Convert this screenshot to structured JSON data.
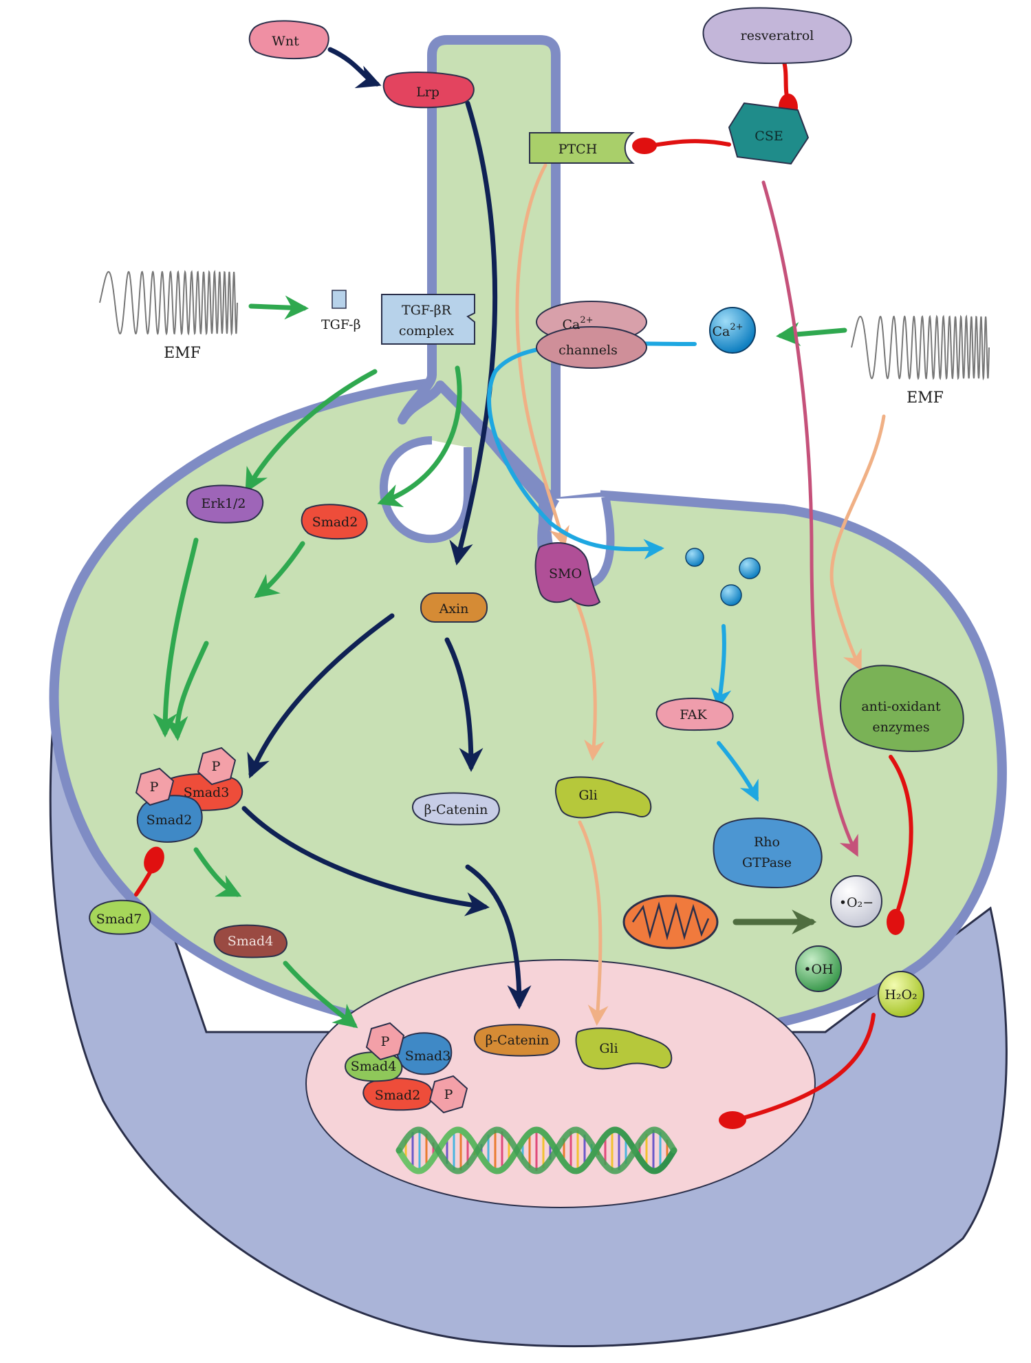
{
  "labels": {
    "wnt": "Wnt",
    "lrp": "Lrp",
    "resveratrol": "resveratrol",
    "ptch": "PTCH",
    "cse": "CSE",
    "emf_left": "EMF",
    "emf_right": "EMF",
    "tgf_beta": "TGF-β",
    "tgf_beta_r_line1": "TGF-βR",
    "tgf_beta_r_line2": "complex",
    "ca_channels_line1": "Ca",
    "ca_channels_sup": "2+",
    "ca_channels_line2": "channels",
    "ca_ion": "Ca",
    "ca_ion_sup": "2+",
    "erk": "Erk1/2",
    "smad2_cyto": "Smad2",
    "axin": "Axin",
    "smo": "SMO",
    "fak": "FAK",
    "anti_oxidant_line1": "anti-oxidant",
    "anti_oxidant_line2": "enzymes",
    "p_label": "P",
    "smad3_complex": "Smad3",
    "smad2_complex": "Smad2",
    "beta_catenin_cyto": "β-Catenin",
    "gli_cyto": "Gli",
    "rho_line1": "Rho",
    "rho_line2": "GTPase",
    "superoxide": "•O₂−",
    "smad7": "Smad7",
    "smad4": "Smad4",
    "hydroxyl": "•OH",
    "h2o2": "H₂O₂",
    "nuc_smad3": "Smad3",
    "nuc_smad4": "Smad4",
    "nuc_smad2": "Smad2",
    "beta_catenin_nuc": "β-Catenin",
    "gli_nuc": "Gli"
  },
  "colors": {
    "cell_fill": "#c8e0b4",
    "membrane": "#7f8cc4",
    "base_fill": "#aab4d8",
    "nucleus": "#f6d3d8",
    "wnt_arrow": "#0f2154",
    "tgf_arrow": "#2fa84f",
    "hedgehog_arrow": "#f0b085",
    "calcium_arrow": "#1ea7e1",
    "cse_arrow": "#c5517a",
    "inhibition": "#e01010",
    "mito_arrow": "#4f6d3f"
  },
  "icons": [
    "emf-wave-icon",
    "mitochondrion-icon",
    "dna-helix-icon",
    "phosphate-icon"
  ]
}
